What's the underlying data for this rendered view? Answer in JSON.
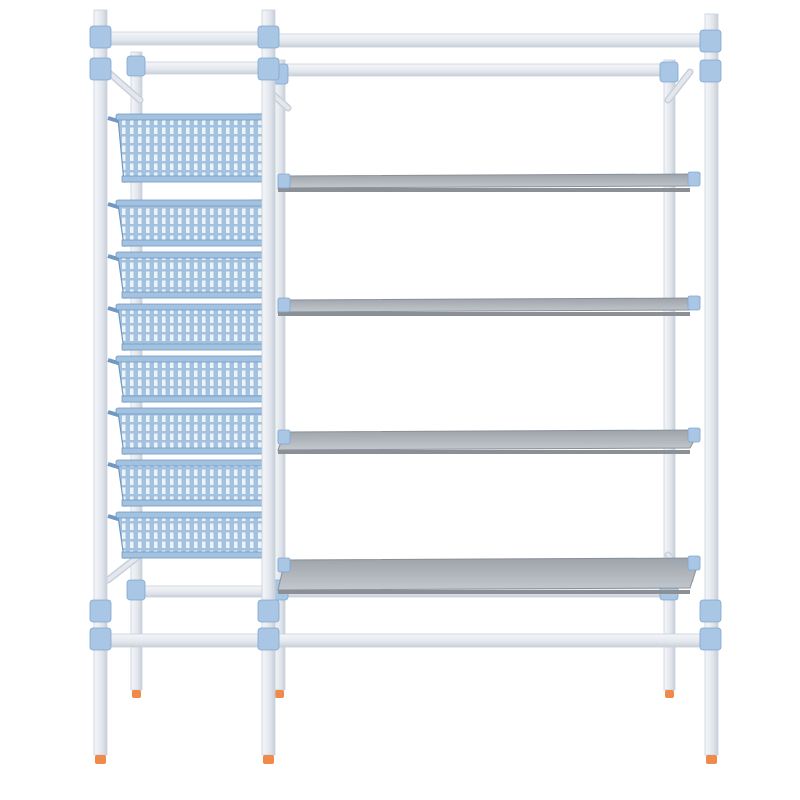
{
  "image": {
    "subject": "shelving-unit",
    "colors": {
      "background": "#ffffff",
      "frame": "#e4e8ee",
      "frame_shade": "#c9d0da",
      "connector": "#a9c6e4",
      "connector_dark": "#7fa6cf",
      "basket": "#a3c2df",
      "basket_dark": "#6f98c2",
      "shelf": "#aeb3b9",
      "shelf_edge": "#8a9096",
      "foot": "#f08a4b"
    },
    "basket_count": 8,
    "shelf_count": 4
  }
}
